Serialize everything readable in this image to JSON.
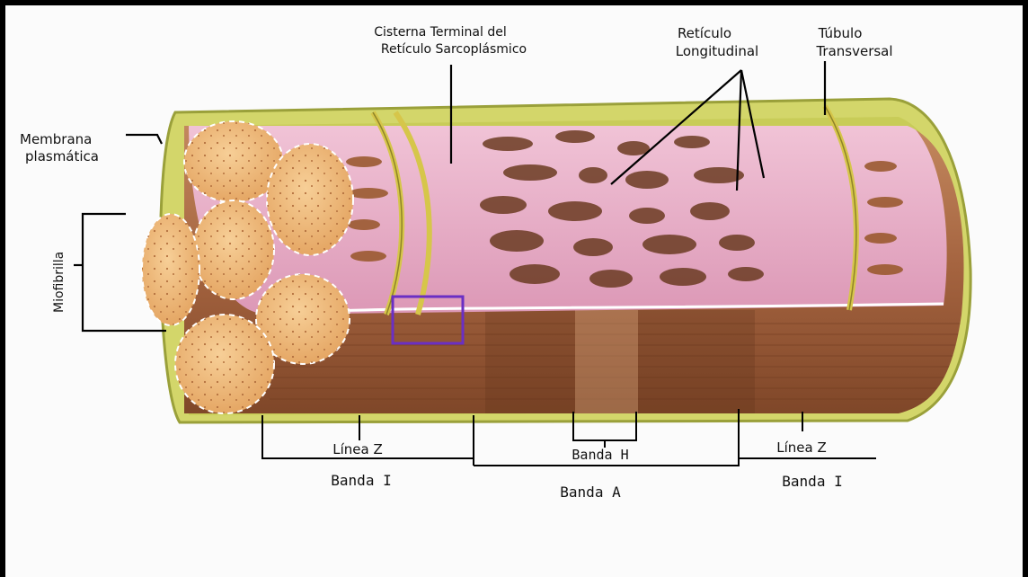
{
  "labels": {
    "membrana_line1": "Membrana",
    "membrana_line2": "plasmática",
    "miofibrilla": "Miofibrilla",
    "cisterna_line1": "Cisterna Terminal del",
    "cisterna_line2": "Retículo Sarcoplásmico",
    "reticulo_line1": "Retículo",
    "reticulo_line2": "Longitudinal",
    "tubulo_line1": "Túbulo",
    "tubulo_line2": "Transversal",
    "linea_z_left": "Línea Z",
    "linea_z_right": "Línea Z",
    "banda_h": "Banda  H",
    "banda_i_left": "Banda I",
    "banda_i_right": "Banda I",
    "banda_a": "Banda A"
  },
  "colors": {
    "membrane": "#d3d66a",
    "reticulum": "#e7a9c4",
    "myofibril": "#f0b97a",
    "fiber": "#b0714a",
    "highlight_box": "#6a2fc4"
  }
}
